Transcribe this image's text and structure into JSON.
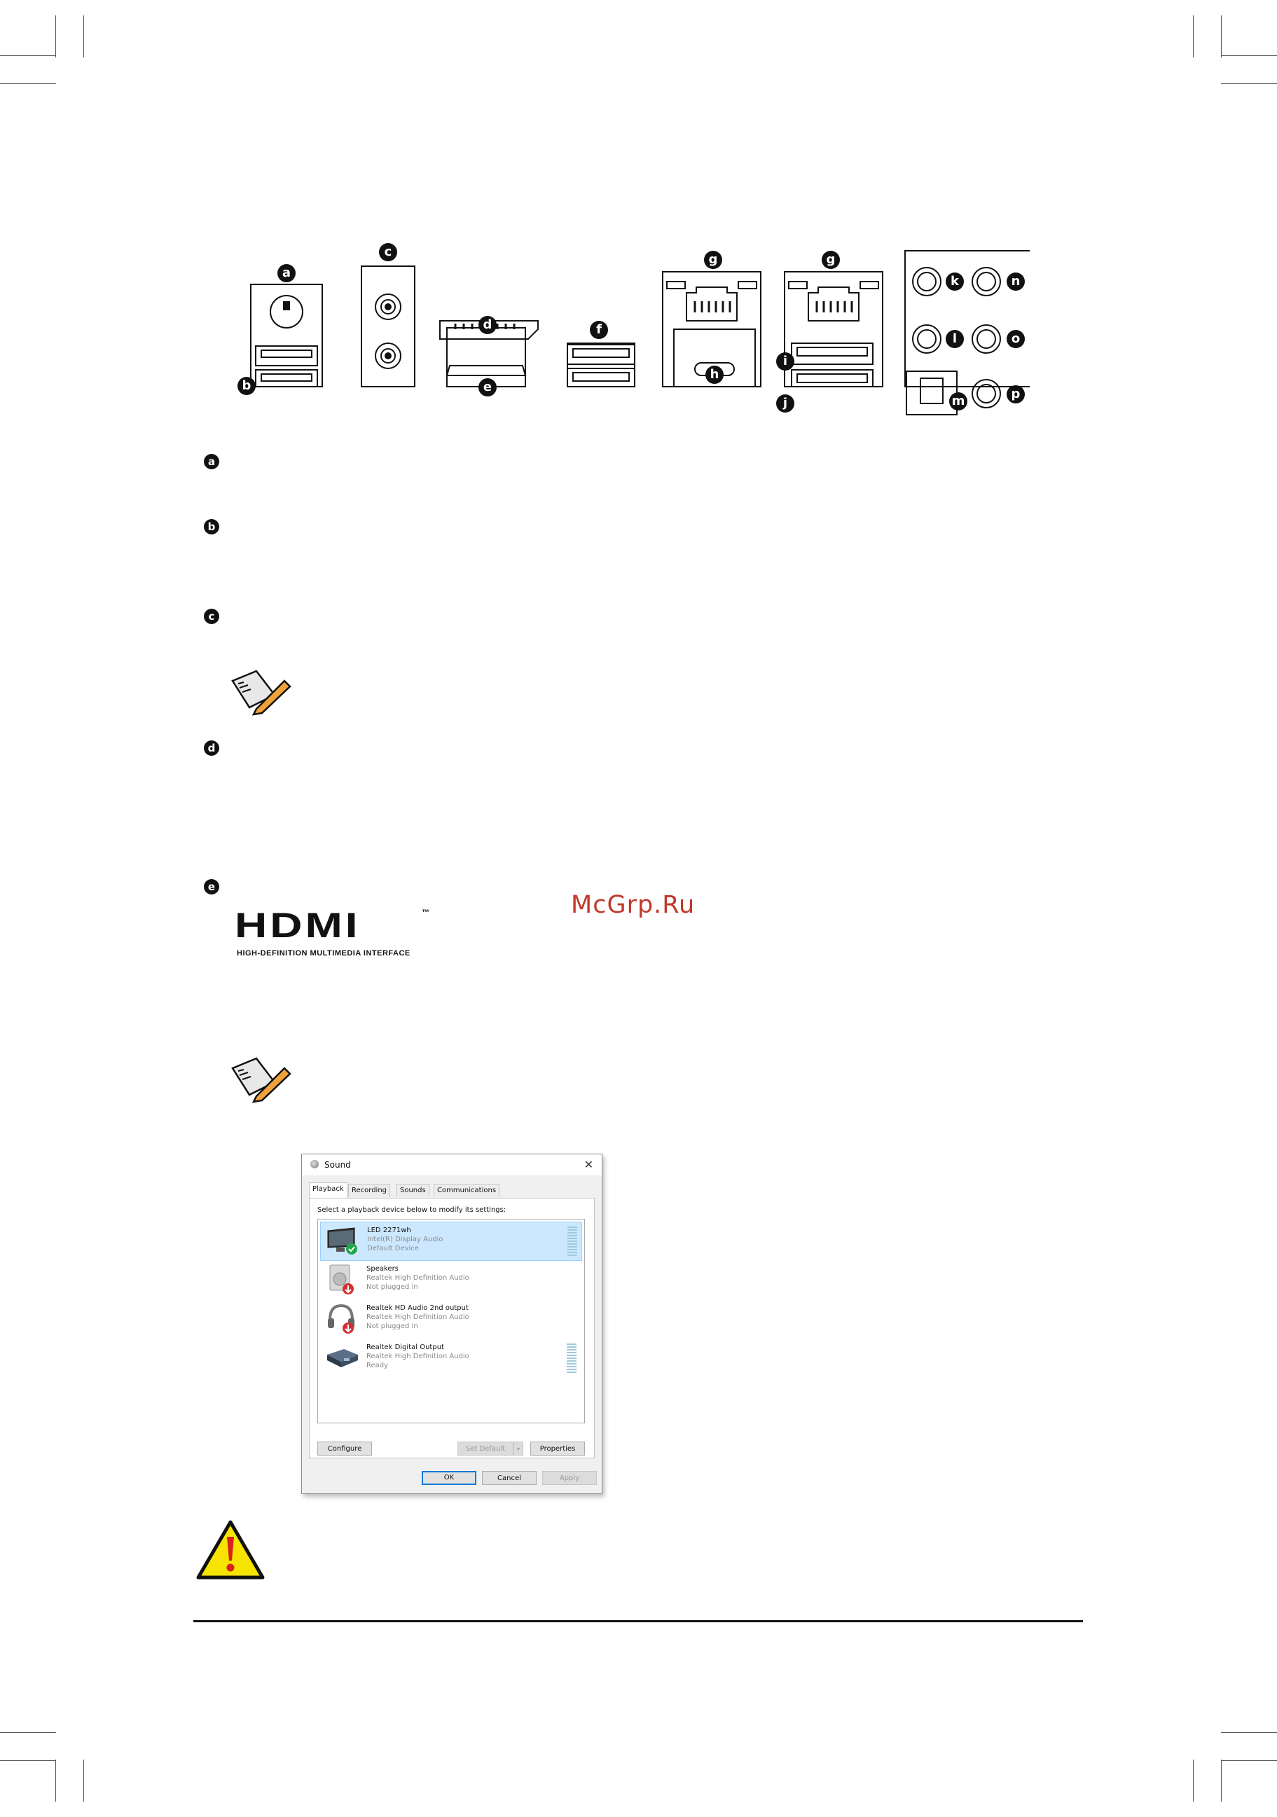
{
  "panel_markers": [
    "a",
    "b",
    "c",
    "d",
    "e",
    "f",
    "g",
    "g",
    "h",
    "i",
    "j",
    "k",
    "l",
    "m",
    "n",
    "o",
    "p"
  ],
  "section_markers": [
    "a",
    "b",
    "c",
    "d",
    "e"
  ],
  "watermark": "McGrp.Ru",
  "hdmi_logo": {
    "wordmark": "HDMI",
    "tm": "™",
    "tagline": "HIGH-DEFINITION MULTIMEDIA INTERFACE"
  },
  "sound_dialog": {
    "title": "Sound",
    "close_glyph": "✕",
    "tabs": [
      "Playback",
      "Recording",
      "Sounds",
      "Communications"
    ],
    "active_tab": "Playback",
    "instruction": "Select a playback device below to modify its settings:",
    "devices": [
      {
        "name": "LED 2271wh",
        "line2": "Intel(R) Display Audio",
        "line3": "Default Device",
        "selected": true,
        "icon": "monitor-icon",
        "badge": "check"
      },
      {
        "name": "Speakers",
        "line2": "Realtek High Definition Audio",
        "line3": "Not plugged in",
        "selected": false,
        "icon": "speaker-icon",
        "badge": "unplugged"
      },
      {
        "name": "Realtek HD Audio 2nd output",
        "line2": "Realtek High Definition Audio",
        "line3": "Not plugged in",
        "selected": false,
        "icon": "headphones-icon",
        "badge": "unplugged"
      },
      {
        "name": "Realtek Digital Output",
        "line2": "Realtek High Definition Audio",
        "line3": "Ready",
        "selected": false,
        "icon": "digital-output-icon",
        "badge": "none"
      }
    ],
    "buttons": {
      "configure": "Configure",
      "set_default": "Set Default",
      "properties": "Properties",
      "ok": "OK",
      "cancel": "Cancel",
      "apply": "Apply"
    },
    "colors": {
      "selection": "#cce8ff",
      "accent": "#0078d7",
      "check": "#1ea84a",
      "unplugged": "#d32f2f"
    }
  }
}
